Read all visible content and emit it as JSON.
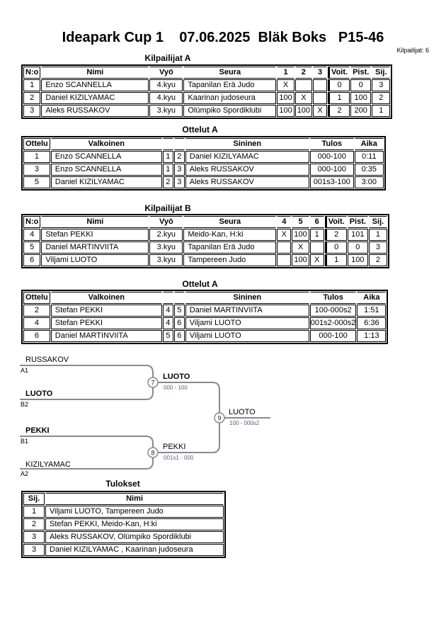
{
  "header": {
    "title": "Ideapark Cup 1    07.06.2025  Bläk Boks   P15-46",
    "competitors_count": "Kilpailijat: 6"
  },
  "colors": {
    "bracket_line": "#8a8a8a",
    "score_text": "#4d6680",
    "text": "#000000",
    "background": "#ffffff"
  },
  "pool_a": {
    "heading": "Kilpailijat A",
    "columns": [
      "N:o",
      "Nimi",
      "Vyö",
      "Seura",
      "1",
      "2",
      "3",
      "Voit.",
      "Pist.",
      "Sij."
    ],
    "rows": [
      {
        "no": "1",
        "name": "Enzo SCANNELLA",
        "belt": "4.kyu",
        "club": "Tapanilan Erä Judo",
        "r1": "X",
        "r2": "",
        "r3": "",
        "wins": "0",
        "points": "0",
        "place": "3"
      },
      {
        "no": "2",
        "name": "Daniel KIZILYAMAC",
        "belt": "4.kyu",
        "club": "Kaarinan judoseura",
        "r1": "100",
        "r2": "X",
        "r3": "",
        "wins": "1",
        "points": "100",
        "place": "2"
      },
      {
        "no": "3",
        "name": "Aleks RUSSAKOV",
        "belt": "3.kyu",
        "club": "Olümpiko Spordiklubi",
        "r1": "100",
        "r2": "100",
        "r3": "X",
        "wins": "2",
        "points": "200",
        "place": "1"
      }
    ]
  },
  "matches_a": {
    "heading": "Ottelut A",
    "columns": [
      "Ottelu",
      "Valkoinen",
      "",
      "",
      "Sininen",
      "Tulos",
      "Aika"
    ],
    "rows": [
      {
        "match": "1",
        "white": "Enzo SCANNELLA",
        "white_no": "1",
        "blue_no": "2",
        "blue": "Daniel KIZILYAMAC",
        "white_bold": false,
        "blue_bold": true,
        "result": "000-100",
        "time": "0:11"
      },
      {
        "match": "3",
        "white": "Enzo SCANNELLA",
        "white_no": "1",
        "blue_no": "3",
        "blue": "Aleks RUSSAKOV",
        "white_bold": false,
        "blue_bold": true,
        "result": "000-100",
        "time": "0:35"
      },
      {
        "match": "5",
        "white": "Daniel KIZILYAMAC",
        "white_no": "2",
        "blue_no": "3",
        "blue": "Aleks RUSSAKOV",
        "white_bold": false,
        "blue_bold": true,
        "result": "001s3-100",
        "time": "3:00"
      }
    ]
  },
  "pool_b": {
    "heading": "Kilpailijat B",
    "columns": [
      "N:o",
      "Nimi",
      "Vyö",
      "Seura",
      "4",
      "5",
      "6",
      "Voit.",
      "Pist.",
      "Sij."
    ],
    "rows": [
      {
        "no": "4",
        "name": "Stefan PEKKI",
        "belt": "2.kyu",
        "club": "Meido-Kan, H:ki",
        "r1": "X",
        "r2": "100",
        "r3": "1",
        "wins": "2",
        "points": "101",
        "place": "1"
      },
      {
        "no": "5",
        "name": "Daniel MARTINVIITA",
        "belt": "3.kyu",
        "club": "Tapanilan Erä Judo",
        "r1": "",
        "r2": "X",
        "r3": "",
        "wins": "0",
        "points": "0",
        "place": "3"
      },
      {
        "no": "6",
        "name": "Viljami LUOTO",
        "belt": "3.kyu",
        "club": "Tampereen Judo",
        "r1": "",
        "r2": "100",
        "r3": "X",
        "wins": "1",
        "points": "100",
        "place": "2"
      }
    ]
  },
  "matches_b": {
    "heading": "Ottelut A",
    "columns": [
      "Ottelu",
      "Valkoinen",
      "",
      "",
      "Sininen",
      "Tulos",
      "Aika"
    ],
    "rows": [
      {
        "match": "2",
        "white": "Stefan PEKKI",
        "white_no": "4",
        "blue_no": "5",
        "blue": "Daniel MARTINVIITA",
        "white_bold": true,
        "blue_bold": false,
        "result": "100-000s2",
        "time": "1:51"
      },
      {
        "match": "4",
        "white": "Stefan PEKKI",
        "white_no": "4",
        "blue_no": "6",
        "blue": "Viljami LUOTO",
        "white_bold": true,
        "blue_bold": false,
        "result": "001s2-000s2",
        "time": "6:36"
      },
      {
        "match": "6",
        "white": "Daniel MARTINVIITA",
        "white_no": "5",
        "blue_no": "6",
        "blue": "Viljami LUOTO",
        "white_bold": false,
        "blue_bold": true,
        "result": "000-100",
        "time": "1:13"
      }
    ]
  },
  "bracket": {
    "seeds": [
      {
        "name": "RUSSAKOV",
        "seed": "A1",
        "bold": false
      },
      {
        "name": "LUOTO",
        "seed": "B2",
        "bold": true
      },
      {
        "name": "PEKKI",
        "seed": "B1",
        "bold": true
      },
      {
        "name": "KIZILYAMAC",
        "seed": "A2",
        "bold": false
      }
    ],
    "matches": [
      {
        "number": "7",
        "winner": "LUOTO",
        "score": "000 - 100",
        "winner_bold": true
      },
      {
        "number": "8",
        "winner": "PEKKI",
        "score": "001s1 - 000",
        "winner_bold": false
      },
      {
        "number": "9",
        "winner": "LUOTO",
        "score": "100 - 000s2",
        "winner_bold": false
      }
    ]
  },
  "results": {
    "heading": "Tulokset",
    "columns": [
      "Sij.",
      "Nimi"
    ],
    "rows": [
      {
        "place": "1",
        "name": "Viljami LUOTO, Tampereen Judo"
      },
      {
        "place": "2",
        "name": "Stefan PEKKI, Meido-Kan, H:ki"
      },
      {
        "place": "3",
        "name": "Aleks RUSSAKOV, Olümpiko Spordiklubi"
      },
      {
        "place": "3",
        "name": "Daniel KIZILYAMAC , Kaarinan judoseura"
      }
    ]
  }
}
